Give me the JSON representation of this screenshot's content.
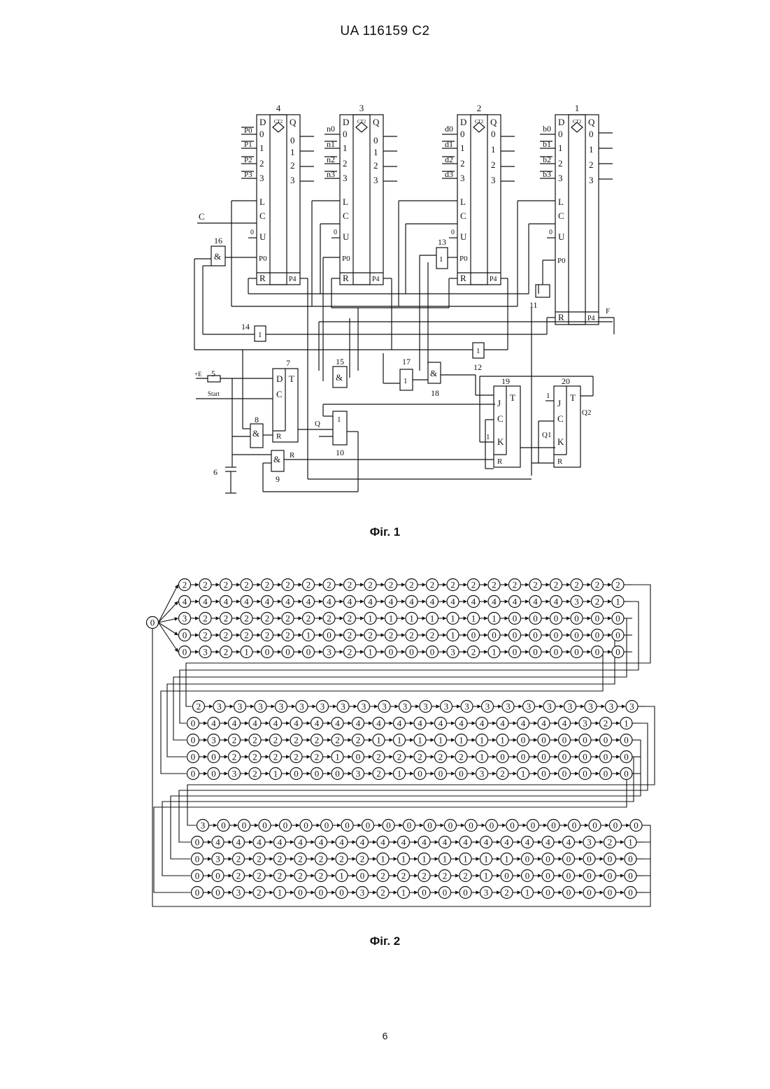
{
  "header": {
    "patent_number": "UA   116159   C2"
  },
  "figure1": {
    "caption": "Фiг. 1",
    "counters": [
      {
        "num": "4",
        "title": "CT2",
        "inputs": [
          "P0",
          "P1",
          "P2",
          "P3"
        ]
      },
      {
        "num": "3",
        "title": "CT2",
        "inputs": [
          "n0",
          "n1",
          "n2",
          "n3"
        ]
      },
      {
        "num": "2",
        "title": "CT2",
        "inputs": [
          "d0",
          "d1",
          "d2",
          "d3"
        ]
      },
      {
        "num": "1",
        "title": "CT2",
        "inputs": [
          "b0",
          "b1",
          "b2",
          "b3"
        ]
      }
    ],
    "counter_pins": {
      "D": "D",
      "Q": "Q",
      "bits": [
        "0",
        "1",
        "2",
        "3"
      ],
      "L": "L",
      "C": "C",
      "U": "U",
      "zero": "0",
      "P0": "P0",
      "R": "R",
      "P4": "P4"
    },
    "signals": {
      "C": "C",
      "E": "+E",
      "start": "Start",
      "F": "F",
      "Q": "Q",
      "Rbar": "R",
      "Q1": "Q1",
      "Q2": "Q2",
      "one": "1"
    },
    "gate_labels": {
      "and": "&",
      "or": "1"
    },
    "element_numbers": [
      "5",
      "6",
      "7",
      "8",
      "9",
      "10",
      "11",
      "12",
      "13",
      "14",
      "15",
      "16",
      "17",
      "18",
      "19",
      "20"
    ],
    "trigger_pins": {
      "D": "D",
      "C": "C",
      "R": "R",
      "T": "T",
      "J": "J",
      "K": "K"
    }
  },
  "figure2": {
    "caption": "Фiг. 2",
    "root": "0",
    "blocks": [
      [
        [
          "2",
          "2",
          "2",
          "2",
          "2",
          "2",
          "2",
          "2",
          "2",
          "2",
          "2",
          "2",
          "2",
          "2",
          "2",
          "2",
          "2",
          "2",
          "2",
          "2",
          "2",
          "2"
        ],
        [
          "4",
          "4",
          "4",
          "4",
          "4",
          "4",
          "4",
          "4",
          "4",
          "4",
          "4",
          "4",
          "4",
          "4",
          "4",
          "4",
          "4",
          "4",
          "4",
          "3",
          "2",
          "1"
        ],
        [
          "3",
          "2",
          "2",
          "2",
          "2",
          "2",
          "2",
          "2",
          "2",
          "1",
          "1",
          "1",
          "1",
          "1",
          "1",
          "1",
          "0",
          "0",
          "0",
          "0",
          "0",
          "0"
        ],
        [
          "0",
          "2",
          "2",
          "2",
          "2",
          "2",
          "1",
          "0",
          "2",
          "2",
          "2",
          "2",
          "2",
          "1",
          "0",
          "0",
          "0",
          "0",
          "0",
          "0",
          "0",
          "0"
        ],
        [
          "0",
          "3",
          "2",
          "1",
          "0",
          "0",
          "0",
          "3",
          "2",
          "1",
          "0",
          "0",
          "0",
          "3",
          "2",
          "1",
          "0",
          "0",
          "0",
          "0",
          "0",
          "0"
        ]
      ],
      [
        [
          "2",
          "3",
          "3",
          "3",
          "3",
          "3",
          "3",
          "3",
          "3",
          "3",
          "3",
          "3",
          "3",
          "3",
          "3",
          "3",
          "3",
          "3",
          "3",
          "3",
          "3",
          "3"
        ],
        [
          "0",
          "4",
          "4",
          "4",
          "4",
          "4",
          "4",
          "4",
          "4",
          "4",
          "4",
          "4",
          "4",
          "4",
          "4",
          "4",
          "4",
          "4",
          "4",
          "3",
          "2",
          "1"
        ],
        [
          "0",
          "3",
          "2",
          "2",
          "2",
          "2",
          "2",
          "2",
          "2",
          "1",
          "1",
          "1",
          "1",
          "1",
          "1",
          "1",
          "0",
          "0",
          "0",
          "0",
          "0",
          "0"
        ],
        [
          "0",
          "0",
          "2",
          "2",
          "2",
          "2",
          "2",
          "1",
          "0",
          "2",
          "2",
          "2",
          "2",
          "2",
          "1",
          "0",
          "0",
          "0",
          "0",
          "0",
          "0",
          "0"
        ],
        [
          "0",
          "0",
          "3",
          "2",
          "1",
          "0",
          "0",
          "0",
          "3",
          "2",
          "1",
          "0",
          "0",
          "0",
          "3",
          "2",
          "1",
          "0",
          "0",
          "0",
          "0",
          "0"
        ]
      ],
      [
        [
          "3",
          "0",
          "0",
          "0",
          "0",
          "0",
          "0",
          "0",
          "0",
          "0",
          "0",
          "0",
          "0",
          "0",
          "0",
          "0",
          "0",
          "0",
          "0",
          "0",
          "0",
          "0"
        ],
        [
          "0",
          "4",
          "4",
          "4",
          "4",
          "4",
          "4",
          "4",
          "4",
          "4",
          "4",
          "4",
          "4",
          "4",
          "4",
          "4",
          "4",
          "4",
          "4",
          "3",
          "2",
          "1"
        ],
        [
          "0",
          "3",
          "2",
          "2",
          "2",
          "2",
          "2",
          "2",
          "2",
          "1",
          "1",
          "1",
          "1",
          "1",
          "1",
          "1",
          "0",
          "0",
          "0",
          "0",
          "0",
          "0"
        ],
        [
          "0",
          "0",
          "2",
          "2",
          "2",
          "2",
          "2",
          "1",
          "0",
          "2",
          "2",
          "2",
          "2",
          "2",
          "1",
          "0",
          "0",
          "0",
          "0",
          "0",
          "0",
          "0"
        ],
        [
          "0",
          "0",
          "3",
          "2",
          "1",
          "0",
          "0",
          "0",
          "3",
          "2",
          "1",
          "0",
          "0",
          "0",
          "3",
          "2",
          "1",
          "0",
          "0",
          "0",
          "0",
          "0"
        ]
      ]
    ]
  },
  "page_number": "6"
}
